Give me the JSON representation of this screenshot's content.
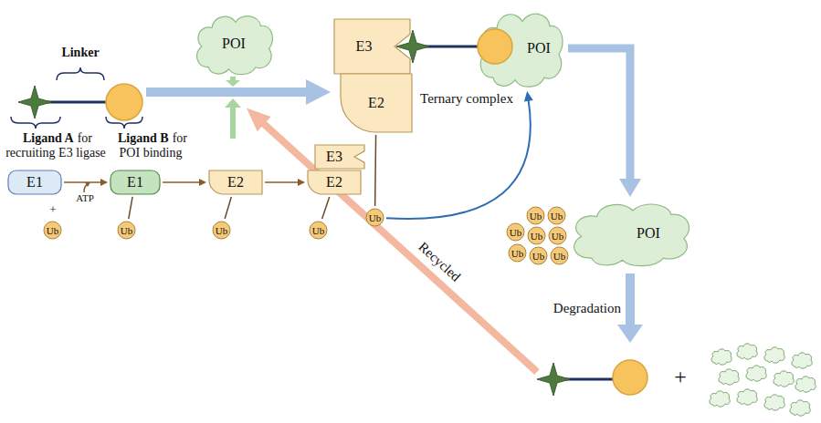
{
  "diagram": {
    "nodes": [
      {
        "text": [
          "POI"
        ]
      },
      {
        "text": [
          "E3"
        ]
      },
      {
        "text": [
          "E2"
        ]
      },
      {
        "text": [
          "Ub"
        ]
      },
      {
        "text": [
          "POI"
        ]
      },
      {
        "text": [
          "POI"
        ]
      },
      {
        "text": [
          "Ub"
        ]
      },
      {
        "text": [
          "Ub"
        ]
      },
      {
        "text": [
          "Ub"
        ]
      },
      {
        "text": [
          "Ub"
        ]
      },
      {
        "text": [
          "Ub"
        ]
      },
      {
        "text": [
          "Ub"
        ]
      },
      {
        "text": [
          "Ub"
        ]
      },
      {
        "text": [
          "Ub"
        ]
      },
      {
        "text": [
          "E1"
        ]
      },
      {
        "text": [
          "Ub"
        ]
      },
      {
        "text": [
          "E1"
        ]
      },
      {
        "text": [
          "Ub"
        ]
      },
      {
        "text": [
          "E2"
        ]
      },
      {
        "text": [
          "Ub"
        ]
      },
      {
        "text": [
          "E3"
        ]
      },
      {
        "text": [
          "E2"
        ]
      },
      {
        "text": [
          "Ub"
        ]
      }
    ],
    "edges": [
      {
        "from": 14,
        "to": 16,
        "arrow": "to"
      },
      {
        "from": 16,
        "to": 18,
        "arrow": "to"
      },
      {
        "from": 18,
        "to": 21,
        "arrow": "to"
      },
      {
        "from": 16,
        "to": 17,
        "arrow": "none"
      },
      {
        "from": 18,
        "to": 19,
        "arrow": "none"
      },
      {
        "from": 21,
        "to": 22,
        "arrow": "none"
      },
      {
        "from": 2,
        "to": 3,
        "arrow": "none"
      },
      {
        "from": 3,
        "to": 4,
        "arrow": "to"
      },
      {
        "from": 4,
        "to": 5,
        "arrow": "to"
      }
    ],
    "labels": [
      "Linker",
      "Ligand A",
      "for recruiting E3 ligase",
      "Ligand B",
      "for POI binding",
      "Ternary complex",
      "Recycled",
      "Degradation",
      "ATP",
      "+",
      "+"
    ]
  }
}
